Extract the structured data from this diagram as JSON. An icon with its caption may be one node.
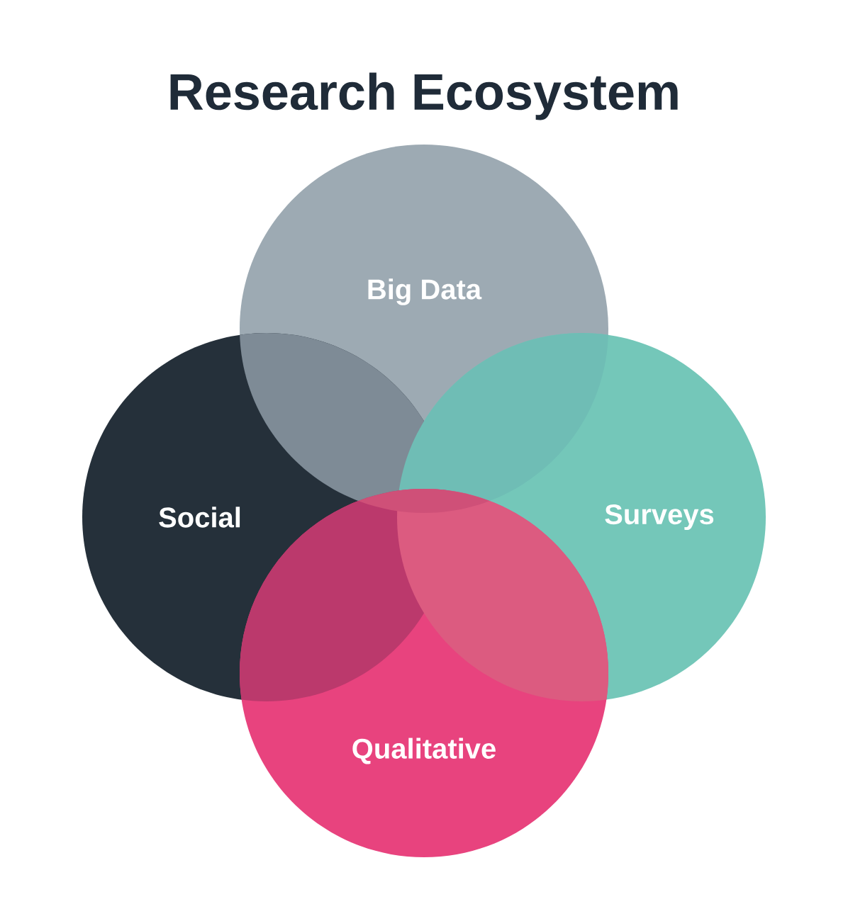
{
  "diagram": {
    "title": "Research Ecosystem",
    "nodes": [
      {
        "text": [
          "Big Data"
        ]
      },
      {
        "text": [
          "Social"
        ]
      },
      {
        "text": [
          "Surveys"
        ]
      },
      {
        "text": [
          "Qualitative"
        ]
      }
    ],
    "edges": []
  }
}
